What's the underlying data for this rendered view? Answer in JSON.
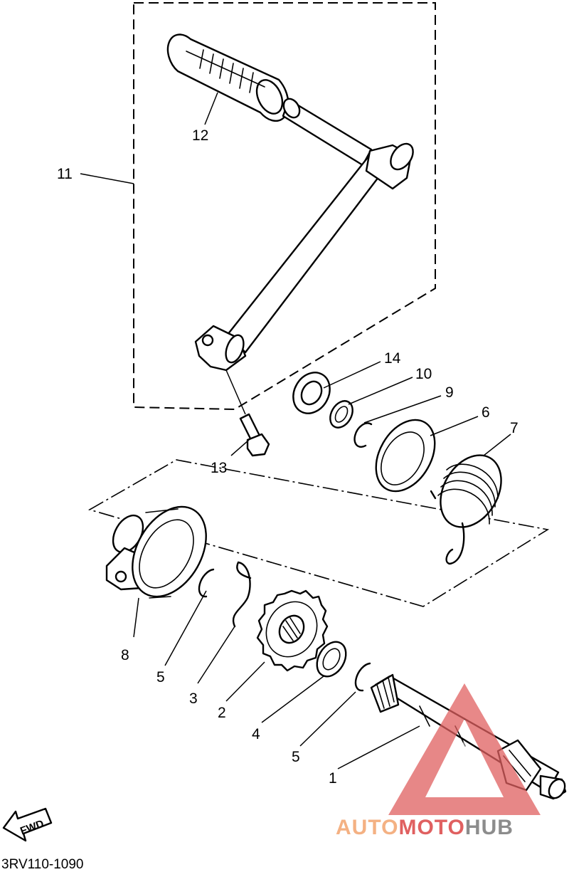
{
  "diagram_code": "3RV110-1090",
  "direction_label": "FWD",
  "callouts": {
    "c1": "1",
    "c2": "2",
    "c3": "3",
    "c4": "4",
    "c5a": "5",
    "c5b": "5",
    "c6": "6",
    "c7": "7",
    "c8": "8",
    "c9": "9",
    "c10": "10",
    "c11": "11",
    "c12": "12",
    "c13": "13",
    "c14": "14"
  },
  "watermark": {
    "auto": "AUTO",
    "moto": "MOTO",
    "hub": "HUB"
  },
  "colors": {
    "watermark_orange": "#f4b183",
    "watermark_red": "#e06060",
    "watermark_gray": "#8c8c8c",
    "line": "#000000"
  }
}
